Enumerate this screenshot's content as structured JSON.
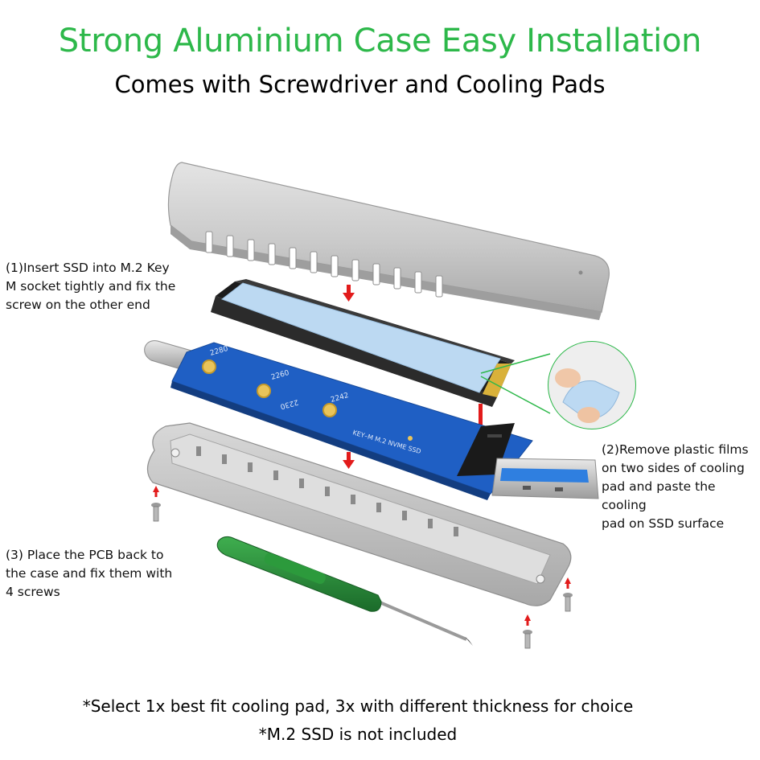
{
  "header": {
    "title": "Strong Aluminium Case Easy Installation",
    "subtitle": "Comes with Screwdriver and Cooling Pads"
  },
  "steps": {
    "step1": [
      "(1)Insert SSD into M.2 Key",
      "M socket tightly and fix the",
      "screw on the other end"
    ],
    "step2": [
      "(2)Remove plastic films",
      "on two sides of cooling",
      "pad and paste the cooling",
      "pad on SSD surface"
    ],
    "step3": [
      "(3) Place the PCB back to",
      "the case and fix them with",
      "4 screws"
    ]
  },
  "pcb_labels": {
    "size_2280": "2280",
    "size_2260": "2260",
    "size_2242": "2242",
    "size_2230": "2230",
    "socket": "KEY–M M.2 NVME SSD"
  },
  "notes": {
    "line1": "*Select 1x best fit cooling pad, 3x with different thickness for choice",
    "line2": "*M.2 SSD is not included"
  },
  "colors": {
    "title": "#2db84a",
    "arrow": "#e21b1b",
    "pcb": "#1f5fc4",
    "pad": "#bcd9f2",
    "aluminium": "#c8c8c8",
    "screwdriver_handle": "#2a8a3a",
    "usb_tongue": "#2f7fe0"
  }
}
